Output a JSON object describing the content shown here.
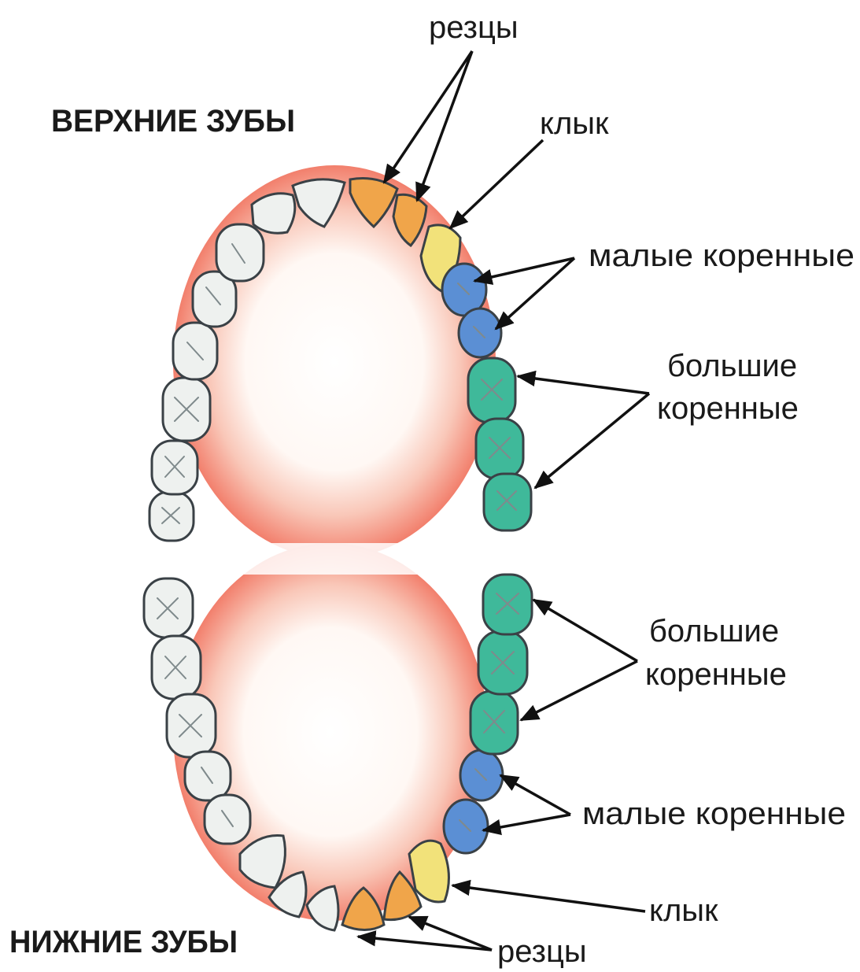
{
  "jaws": {
    "upper_title": "ВЕРХНИЕ ЗУБЫ",
    "lower_title": "НИЖНИЕ ЗУБЫ"
  },
  "labels": {
    "upper_incisors": "резцы",
    "upper_canine": "клык",
    "upper_premolars": "малые коренные",
    "upper_molars_1": "большие",
    "upper_molars_2": "коренные",
    "lower_molars_1": "большие",
    "lower_molars_2": "коренные",
    "lower_premolars": "малые коренные",
    "lower_canine": "клык",
    "lower_incisors": "резцы"
  },
  "colors": {
    "incisors": "#f0a54a",
    "canine": "#f2e27a",
    "premolars": "#5b8fd4",
    "molars": "#3fb99a",
    "other_teeth": "#eef1ef",
    "gum": "#f08a78"
  }
}
